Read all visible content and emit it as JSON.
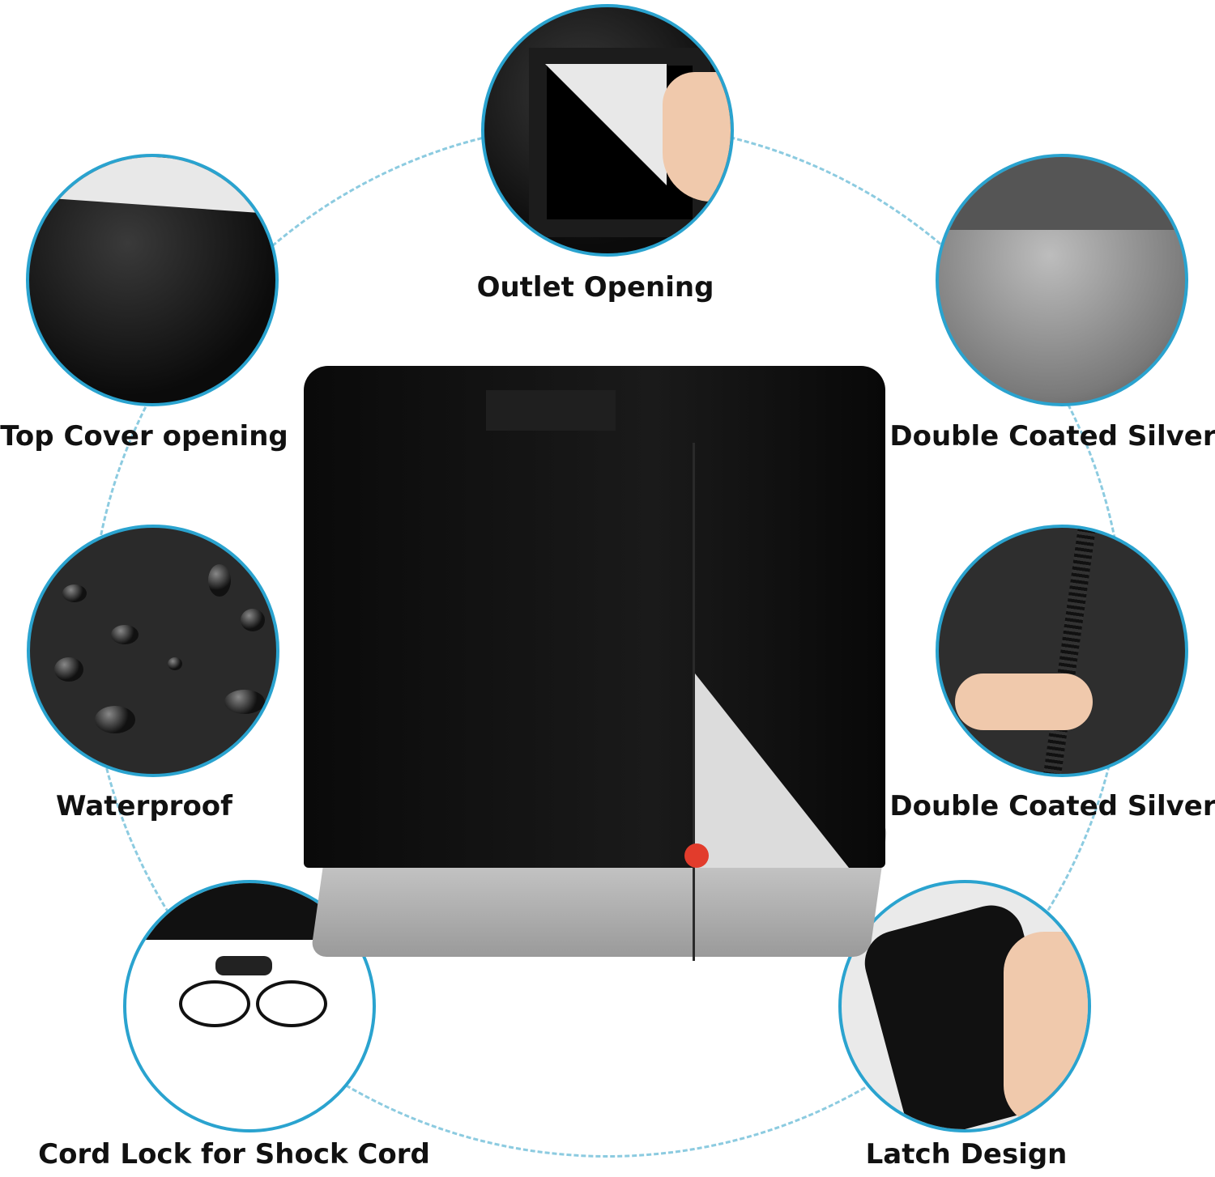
{
  "features": [
    {
      "id": "outlet",
      "label": "Outlet Opening",
      "icon": "velcro-flap-photo"
    },
    {
      "id": "top-cover",
      "label": "Top Cover opening",
      "icon": "top-cover-photo"
    },
    {
      "id": "silver-top",
      "label": "Double Coated Silver",
      "icon": "silver-fabric-photo"
    },
    {
      "id": "waterproof",
      "label": "Waterproof",
      "icon": "water-drops-photo"
    },
    {
      "id": "silver-zipper",
      "label": "Double Coated Silver",
      "icon": "zipper-photo"
    },
    {
      "id": "cord-lock",
      "label": "Cord Lock for Shock Cord",
      "icon": "cord-lock-photo"
    },
    {
      "id": "latch",
      "label": "Latch Design",
      "icon": "buckle-photo"
    }
  ],
  "colors": {
    "accent": "#2aa3cf",
    "ring": "#8ccbe0",
    "cover": "#0d0d0d",
    "silver": "#c8c8c8"
  }
}
